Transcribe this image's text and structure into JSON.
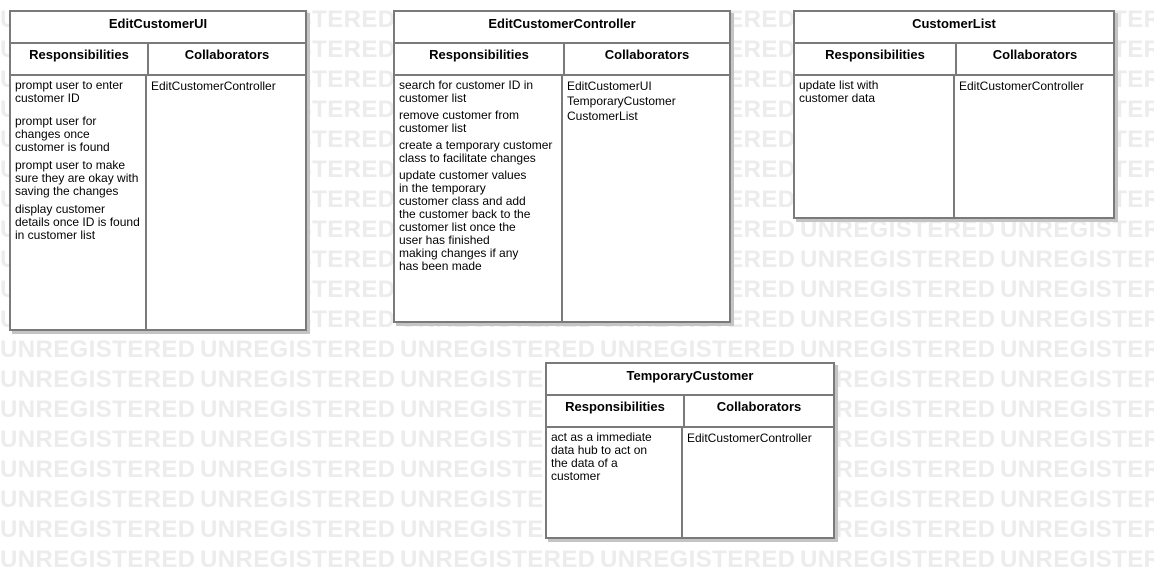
{
  "watermark_text": "UNREGISTERED",
  "cards": {
    "edit_customer_ui": {
      "title": "EditCustomerUI",
      "resp_header": "Responsibilities",
      "collab_header": "Collaborators",
      "responsibilities": [
        "prompt user to enter customer ID",
        "prompt user for changes once customer is found",
        "prompt user to make sure they are okay with saving the changes",
        "display customer details once ID is found in customer list"
      ],
      "collaborators": [
        "EditCustomerController"
      ]
    },
    "edit_customer_controller": {
      "title": "EditCustomerController",
      "resp_header": "Responsibilities",
      "collab_header": "Collaborators",
      "responsibilities": [
        "search for customer ID in customer list",
        "remove customer from customer list",
        "create a temporary customer class to facilitate changes",
        "update customer values in the temporary customer class and add the customer back to the customer list once the user has finished making changes if any has been made"
      ],
      "collaborators": [
        "EditCustomerUI",
        "TemporaryCustomer",
        "CustomerList"
      ]
    },
    "customer_list": {
      "title": "CustomerList",
      "resp_header": "Responsibilities",
      "collab_header": "Collaborators",
      "responsibilities": [
        "update list with customer data"
      ],
      "collaborators": [
        "EditCustomerController"
      ]
    },
    "temporary_customer": {
      "title": "TemporaryCustomer",
      "resp_header": "Responsibilities",
      "collab_header": "Collaborators",
      "responsibilities": [
        "act as a immediate data hub to act on the data of a customer"
      ],
      "collaborators": [
        "EditCustomerController"
      ]
    }
  }
}
